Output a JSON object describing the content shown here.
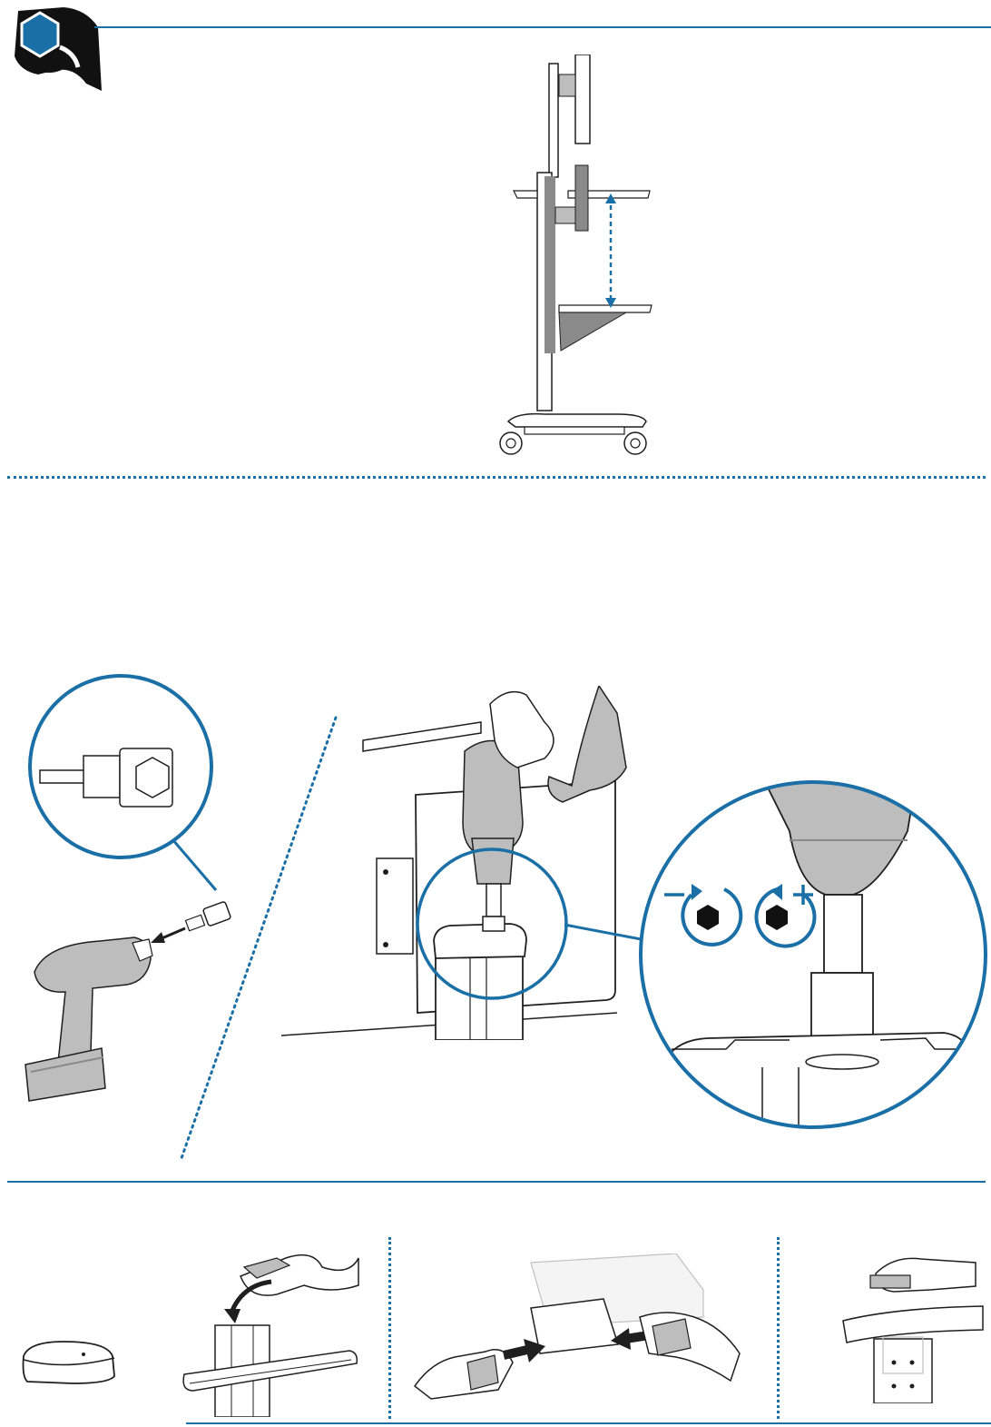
{
  "document": {
    "colors": {
      "accent": "#1a6fa6",
      "ink": "#1f1f1f",
      "gray": "#bdbdbd",
      "dark_gray": "#8a8a8a",
      "background": "#ffffff"
    },
    "header": {
      "logo_icon": "hex-tool-icon"
    },
    "section_top": {
      "illustration": "mobile-cart-adjust-keyboard-height",
      "arrow": "vertical-dashed-double-arrow"
    },
    "section_middle": {
      "left_illustration": "drill-with-hex-socket-bit",
      "right_illustration": "drill-tightening-column-top",
      "loosen_icon": "counterclockwise-minus-hex-icon",
      "tighten_icon": "clockwise-plus-hex-icon"
    },
    "section_bottom": {
      "panels": [
        "cap-part",
        "place-cap-on-column",
        "slide-brackets-into-tray",
        "attach-clip-under-surface"
      ]
    }
  }
}
